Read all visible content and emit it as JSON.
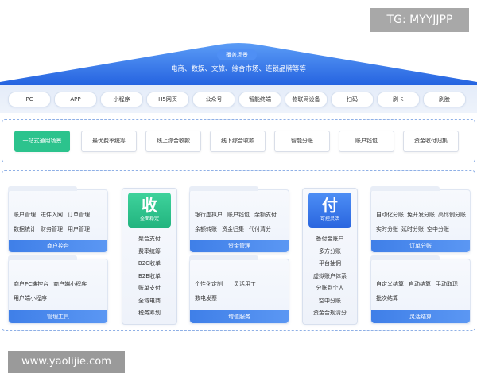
{
  "watermarks": {
    "tg": "TG: MYYJJPP",
    "site": "www.yaolijie.com"
  },
  "header": {
    "scene_label": "覆盖场景",
    "scene_desc": "电商、数娱、文旅、综合市场、连锁品牌等等"
  },
  "channels": [
    "PC",
    "APP",
    "小程序",
    "H5网页",
    "公众号",
    "智能终端",
    "物联网设备",
    "扫码",
    "刷卡",
    "刷脸"
  ],
  "scenes": [
    {
      "label": "一站式通用场景",
      "active": true
    },
    {
      "label": "最优费率统筹",
      "active": false
    },
    {
      "label": "线上综合收款",
      "active": false
    },
    {
      "label": "线下综合收款",
      "active": false
    },
    {
      "label": "智能分账",
      "active": false
    },
    {
      "label": "账户钱包",
      "active": false
    },
    {
      "label": "资金收付归集",
      "active": false
    }
  ],
  "cards": {
    "merchant_console": {
      "title": "商户控台",
      "items": [
        "账户管理",
        "进件入网",
        "订单管理",
        "数据统计",
        "财务管理",
        "用户管理"
      ]
    },
    "fund_management": {
      "title": "资金管理",
      "items": [
        "银行虚拟户",
        "账户钱包",
        "余额支付",
        "余额转账",
        "资金归集",
        "代付清分"
      ]
    },
    "order_split": {
      "title": "订单分账",
      "items": [
        "自动化分账",
        "免开发分账",
        "高比例分账",
        "实时分账",
        "延时分账",
        "空中分账"
      ]
    },
    "management_tools": {
      "title": "管理工具",
      "items": [
        "商户PC端控台",
        "商户端小程序",
        "用户端小程序"
      ]
    },
    "value_added": {
      "title": "增值服务",
      "items": [
        "个性化定制",
        "灵活用工",
        "数电发票"
      ]
    },
    "flexible_settlement": {
      "title": "灵活结算",
      "items": [
        "自定义结算",
        "自动结算",
        "手动取现",
        "批次结算"
      ]
    }
  },
  "pillars": {
    "collect": {
      "char": "收",
      "subtitle": "全面稳定",
      "items": [
        "聚合支付",
        "费率统筹",
        "B2C收单",
        "B2B收单",
        "账单支付",
        "全域电商",
        "税务筹划"
      ]
    },
    "pay": {
      "char": "付",
      "subtitle": "可控灵活",
      "items": [
        "备付金账户",
        "多方分账",
        "平台抽佣",
        "虚拟账户体系",
        "分账到个人",
        "空中分账",
        "资金合规清分"
      ]
    }
  },
  "colors": {
    "roof_blue": "#2b6fe6",
    "collect_green": "#2cc38d",
    "pay_blue": "#2f6fe6",
    "active_scene": "#2cc38d"
  }
}
